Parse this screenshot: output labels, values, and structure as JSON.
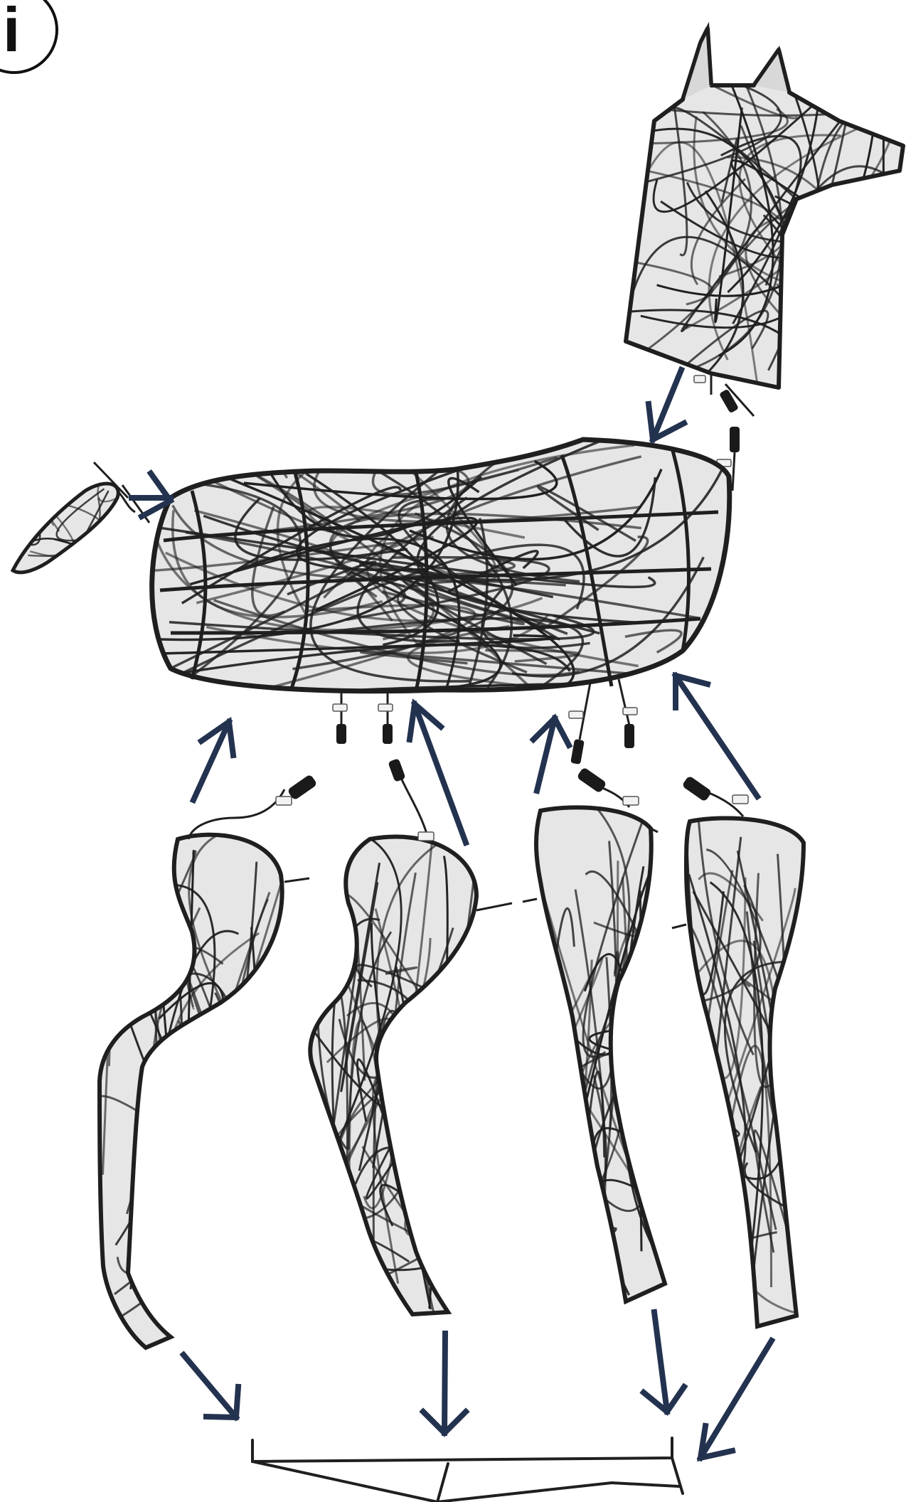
{
  "step": {
    "label": "i"
  },
  "colors": {
    "arrow": "#23324f",
    "wire": "#1f1f1f",
    "wire_light": "#3a3a3a",
    "fill": "#e6e6e6",
    "connector": "#1a1a1a",
    "tag": "#f2f2f2"
  },
  "parts": [
    {
      "name": "head-neck-frame",
      "kind": "wire-frame"
    },
    {
      "name": "tail-frame",
      "kind": "wire-frame"
    },
    {
      "name": "body-frame",
      "kind": "wire-frame"
    },
    {
      "name": "front-leg-left-frame",
      "kind": "wire-frame"
    },
    {
      "name": "front-leg-right-frame",
      "kind": "wire-frame"
    },
    {
      "name": "hind-leg-left-frame",
      "kind": "wire-frame"
    },
    {
      "name": "hind-leg-right-frame",
      "kind": "wire-frame"
    },
    {
      "name": "base-stand",
      "kind": "stand"
    }
  ],
  "arrows": [
    {
      "name": "arrow-head-to-body",
      "from": "head-neck-frame",
      "to": "body-frame"
    },
    {
      "name": "arrow-tail-to-body",
      "from": "tail-frame",
      "to": "body-frame"
    },
    {
      "name": "arrow-leg-1-to-body",
      "from": "front-leg-left-frame",
      "to": "body-frame"
    },
    {
      "name": "arrow-leg-2-to-body",
      "from": "front-leg-right-frame",
      "to": "body-frame"
    },
    {
      "name": "arrow-leg-3-to-body",
      "from": "hind-leg-left-frame",
      "to": "body-frame"
    },
    {
      "name": "arrow-leg-4-to-body",
      "from": "hind-leg-right-frame",
      "to": "body-frame"
    },
    {
      "name": "arrow-leg-1-to-stand",
      "from": "front-leg-left-frame",
      "to": "base-stand"
    },
    {
      "name": "arrow-leg-2-to-stand",
      "from": "front-leg-right-frame",
      "to": "base-stand"
    },
    {
      "name": "arrow-leg-3-to-stand",
      "from": "hind-leg-left-frame",
      "to": "base-stand"
    },
    {
      "name": "arrow-leg-4-to-stand",
      "from": "hind-leg-right-frame",
      "to": "base-stand"
    }
  ]
}
